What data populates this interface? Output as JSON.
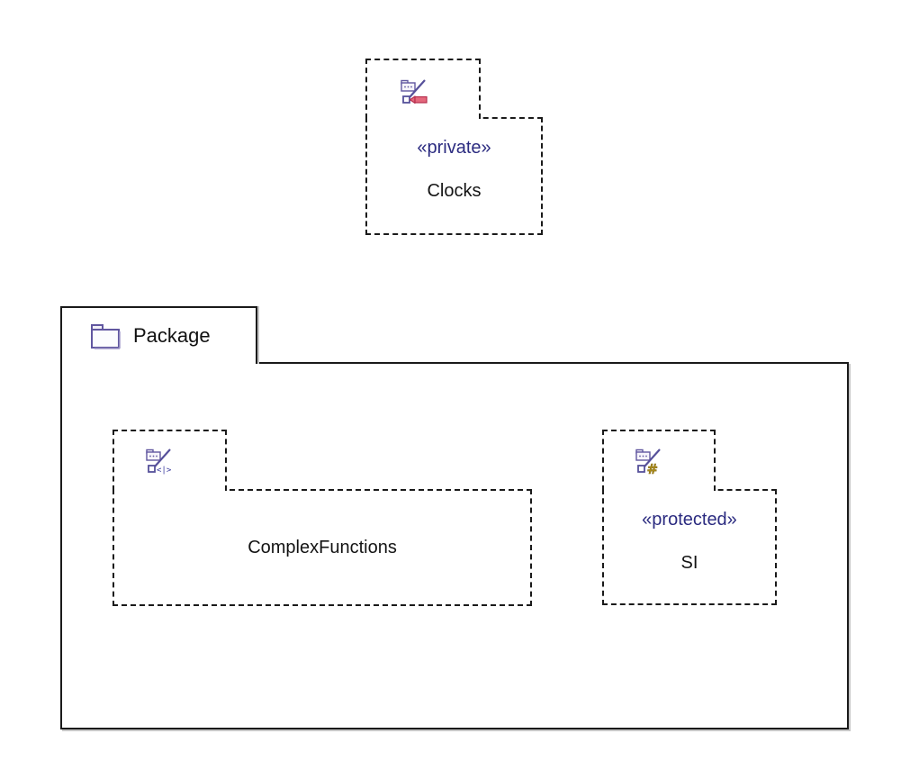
{
  "canvas": {
    "background": "#ffffff",
    "border_color": "#1a1a1a"
  },
  "colors": {
    "stereotype_text": "#2b2b80",
    "name_text": "#141414",
    "icon_purple": "#6157a0",
    "private_arrow_fill": "#e4687c",
    "private_arrow_stroke": "#b62e4d",
    "protected_hash_gold": "#aa8c1c",
    "shadow_gray": "#c6c6c6"
  },
  "nodes": {
    "clocks": {
      "stereotype": "«private»",
      "name": "Clocks",
      "icon": "package-import-private-icon"
    },
    "package": {
      "name": "Package",
      "icon": "folder-icon"
    },
    "complex_functions": {
      "name": "ComplexFunctions",
      "icon": "package-import-icon",
      "visibility_glyph": "<|>"
    },
    "si": {
      "stereotype": "«protected»",
      "name": "SI",
      "icon": "package-import-protected-icon",
      "visibility_glyph": "#"
    }
  }
}
